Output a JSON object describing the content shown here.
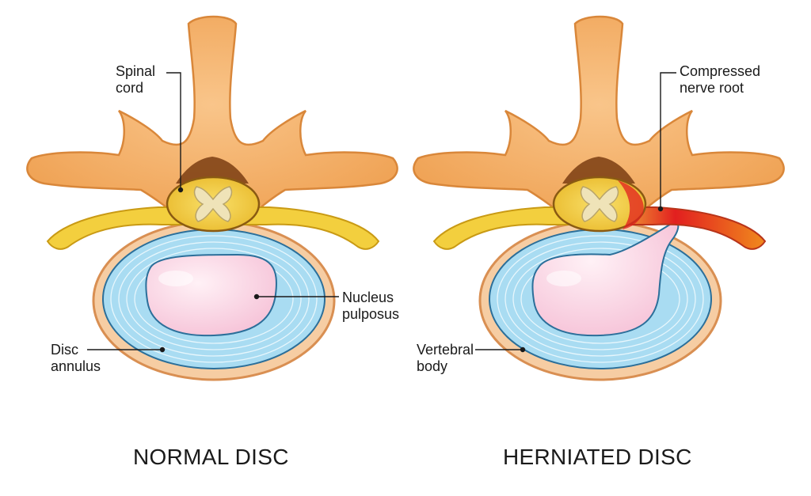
{
  "colors": {
    "bone": "#f6b26b",
    "bone_dark": "#d97a2a",
    "nerve": "#f3cf3e",
    "disc_annulus": "#a9dcf2",
    "disc_ring_lines": "#e7f6fc",
    "nucleus": "#f8cfe0",
    "vertebral_rim": "#e2a572",
    "vertebral_fill": "#f6cda3",
    "inflamed": "#e21f1f"
  },
  "normal": {
    "title": "NORMAL DISC",
    "spinal_cord": [
      "Spinal",
      "cord"
    ],
    "nucleus_pulposus": [
      "Nucleus",
      "pulposus"
    ],
    "disc_annulus": [
      "Disc",
      "annulus"
    ]
  },
  "herniated": {
    "title": "HERNIATED DISC",
    "compressed_nerve_root": [
      "Compressed",
      "nerve root"
    ],
    "vertebral_body": [
      "Vertebral",
      "body"
    ]
  }
}
